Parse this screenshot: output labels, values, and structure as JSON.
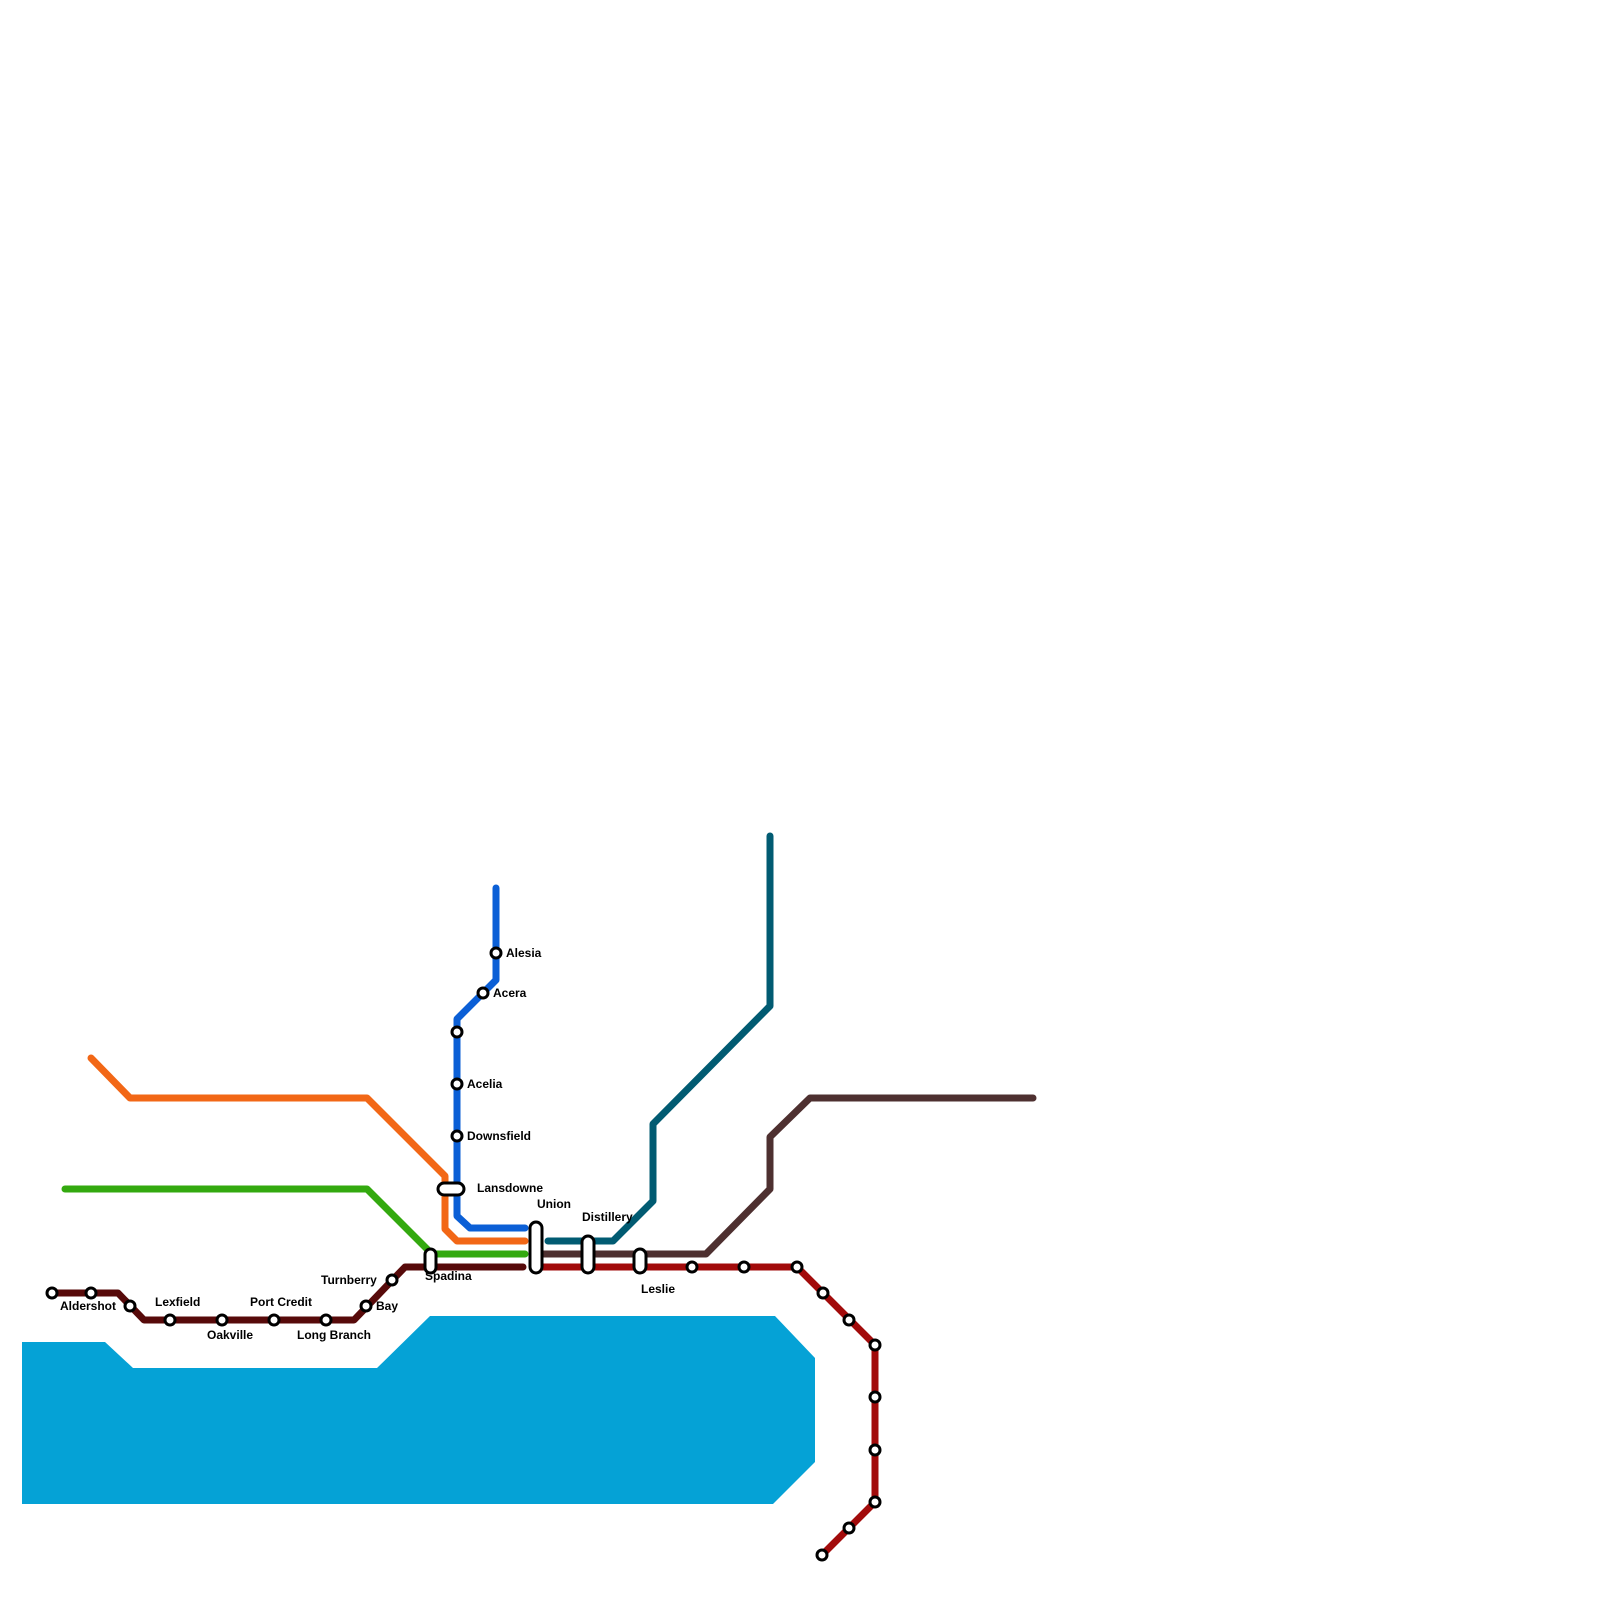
{
  "colors": {
    "water": "#05a2d6",
    "orange_line": "#f26716",
    "green_line": "#33a90f",
    "blue_line": "#0b5fd6",
    "teal_line": "#015b72",
    "maroon_line": "#570a0a",
    "brown_line": "#4e3030",
    "red_line": "#a20b0b"
  },
  "stations": {
    "aldershot": "Aldershot",
    "lexfield": "Lexfield",
    "oakville": "Oakville",
    "port_credit": "Port Credit",
    "long_branch": "Long Branch",
    "bay": "Bay",
    "turnberry": "Turnberry",
    "spadina": "Spadina",
    "lansdowne": "Lansdowne",
    "downsfield": "Downsfield",
    "acelia": "Acelia",
    "acera": "Acera",
    "alesia": "Alesia",
    "union": "Union",
    "distillery": "Distillery",
    "leslie": "Leslie"
  }
}
